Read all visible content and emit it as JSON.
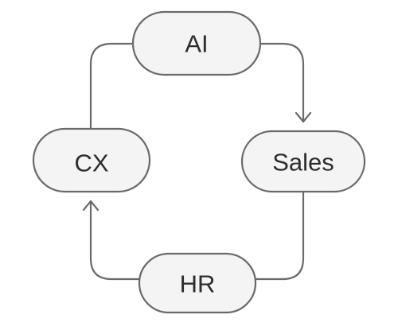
{
  "diagram": {
    "type": "cycle",
    "colors": {
      "node_fill": "#f4f4f4",
      "stroke": "#6a6a6a",
      "text": "#2d2d2d",
      "background": "#ffffff"
    },
    "nodes": [
      {
        "id": "ai",
        "label": "AI"
      },
      {
        "id": "sales",
        "label": "Sales"
      },
      {
        "id": "hr",
        "label": "HR"
      },
      {
        "id": "cx",
        "label": "CX"
      }
    ],
    "edges": [
      {
        "from": "AI",
        "to": "Sales",
        "arrow": true
      },
      {
        "from": "Sales",
        "to": "HR",
        "arrow": false
      },
      {
        "from": "HR",
        "to": "CX",
        "arrow": true
      },
      {
        "from": "CX",
        "to": "AI",
        "arrow": false
      }
    ]
  }
}
